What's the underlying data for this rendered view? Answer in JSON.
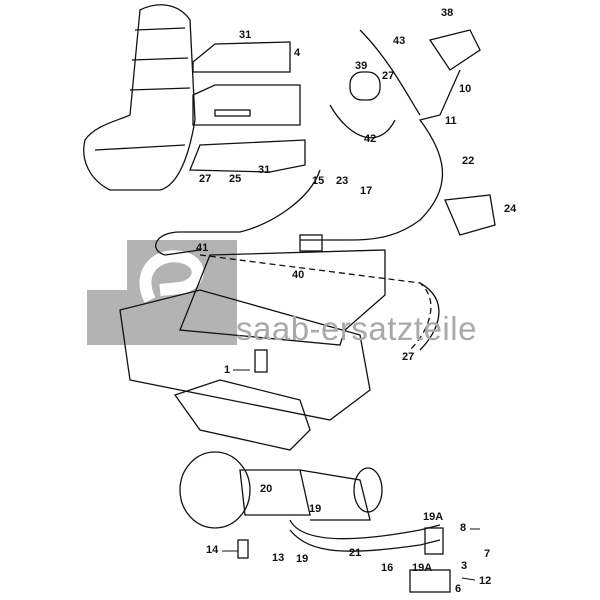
{
  "watermark": {
    "text": "saab-ersatzteile",
    "logo_color": "#b3b3b3"
  },
  "callouts": [
    "38",
    "31",
    "4",
    "43",
    "39",
    "27",
    "10",
    "11",
    "42",
    "22",
    "31",
    "27",
    "25",
    "15",
    "23",
    "17",
    "24",
    "41",
    "40",
    "27",
    "1",
    "20",
    "19",
    "19A",
    "8",
    "14",
    "13",
    "19",
    "21",
    "16",
    "19A",
    "7",
    "3",
    "12",
    "6"
  ]
}
